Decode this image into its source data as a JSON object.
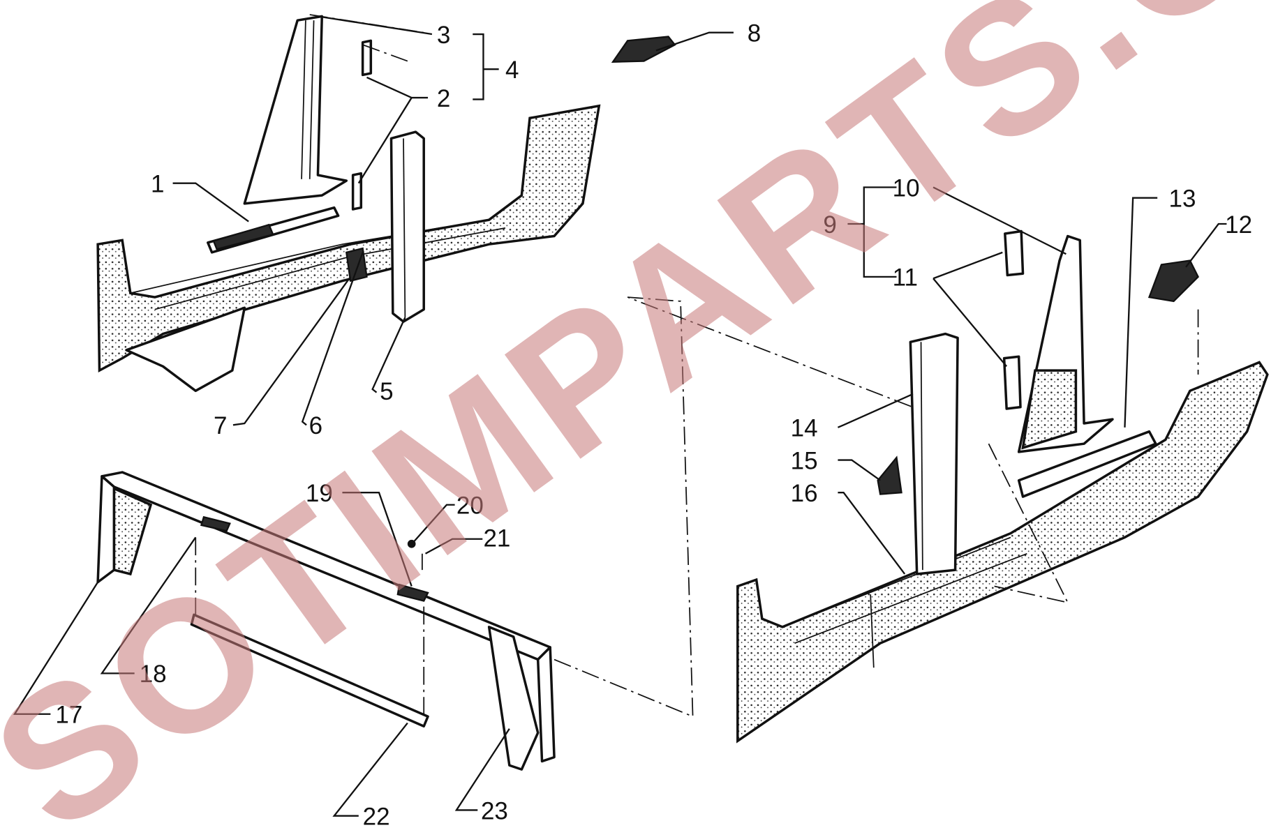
{
  "diagram": {
    "type": "exploded parts diagram",
    "watermark": "SOTIMPARTS.COM",
    "callouts": [
      "1",
      "2",
      "3",
      "4",
      "5",
      "6",
      "7",
      "8",
      "9",
      "10",
      "11",
      "12",
      "13",
      "14",
      "15",
      "16",
      "17",
      "18",
      "19",
      "20",
      "21",
      "22",
      "23"
    ]
  }
}
